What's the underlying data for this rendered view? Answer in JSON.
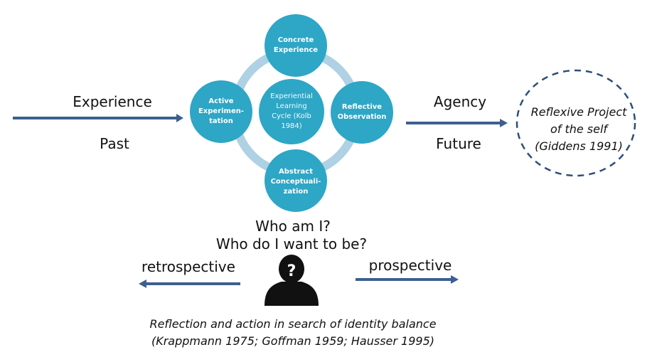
{
  "kolb_cycle": {
    "center": "Experiential\nLearning\nCycle (Kolb\n1984)",
    "nodes": {
      "top": "Concrete\nExperience",
      "right": "Reflective\nObservation",
      "bottom": "Abstract\nConceptuali-\nzation",
      "left": "Active\nExperimen-\ntation"
    }
  },
  "left_labels": {
    "experience": "Experience",
    "past": "Past"
  },
  "right_labels": {
    "agency": "Agency",
    "future": "Future"
  },
  "reflexive_project": {
    "line1": "Reflexive  Project",
    "line2": "of the self",
    "line3": "(Giddens 1991)"
  },
  "questions": {
    "q1": "Who am I?",
    "q2": "Who do I want to be?"
  },
  "directions": {
    "retrospective": "retrospective",
    "prospective": "prospective"
  },
  "caption": {
    "line1": "Reflection and action in search of identity balance",
    "line2": "(Krappmann 1975; Goffman 1959; Hausser 1995)"
  },
  "colors": {
    "node_fill": "#2ea6c6",
    "ring": "#aed1e3",
    "arrow": "#3d5f8f",
    "dashed_circle": "#2b4f7a",
    "silhouette": "#111111"
  },
  "icons": {
    "person": "person-question-icon"
  }
}
